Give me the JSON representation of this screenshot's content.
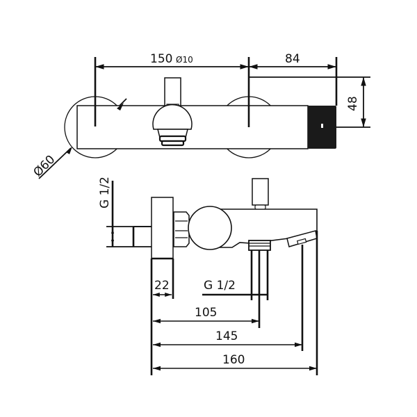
{
  "drawing": {
    "title": "Wall-mounted bath/shower mixer technical drawing",
    "colors": {
      "line": "#111111",
      "background": "#ffffff",
      "fill_dark": "#1a1a1a"
    }
  },
  "top_view": {
    "dimensions": {
      "width_main": "150",
      "pipe_diameter": "Ø10",
      "width_right": "84",
      "height": "48",
      "flange_diameter": "Ø60"
    }
  },
  "side_view": {
    "dimensions": {
      "inlet_thread": "G 1/2",
      "flange_depth": "22",
      "outlet_thread": "G 1/2",
      "outlet_distance": "105",
      "spout_distance": "145",
      "total_depth": "160"
    }
  }
}
